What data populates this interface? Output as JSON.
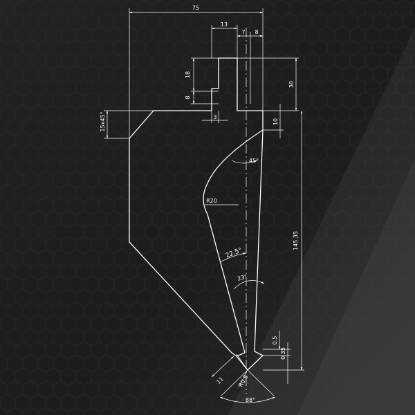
{
  "colors": {
    "background_dark": "#1b1b1b",
    "background_light": "#3a3a3a",
    "line": "#ffffff"
  },
  "dimensions": {
    "overall_width": "75",
    "top_13": "13",
    "top_7": "7",
    "top_8": "8",
    "left_18": "18",
    "left_8": "8",
    "bottom_3": "3",
    "right_30": "30",
    "right_10": "10",
    "chamfer": "15x45°",
    "angle_45": "45°",
    "radius_r20": "R20",
    "angle_22_5": "22.5°",
    "angle_23": "23°",
    "total_height": "145.35",
    "tip_0_5": "0.5",
    "tip_0_35": "0.35",
    "tip_11": "11",
    "tip_radius": "R0.6",
    "tip_angle": "88°"
  }
}
